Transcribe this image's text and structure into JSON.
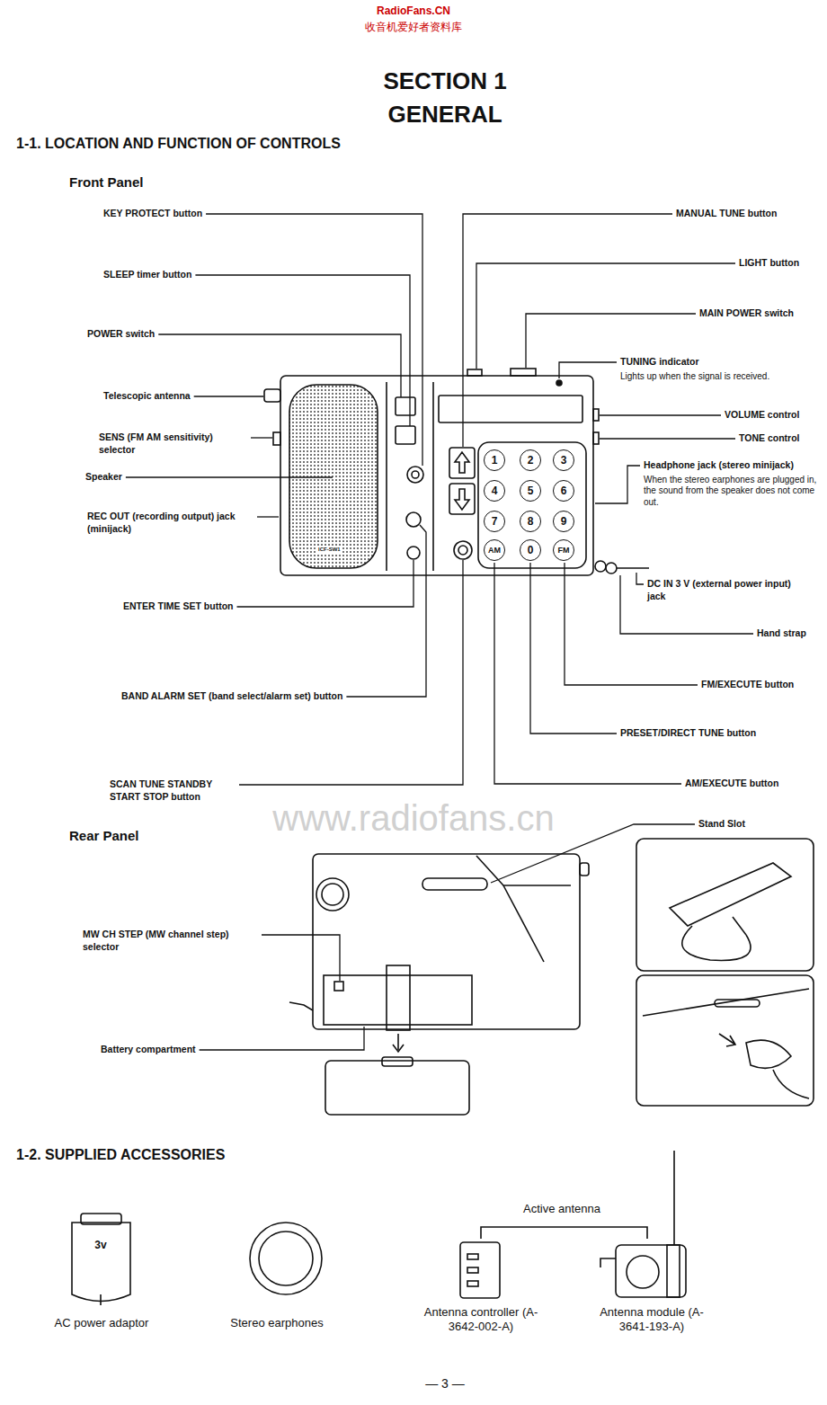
{
  "diagram": {
    "title": "SECTION 1 GENERAL",
    "nodes": [
      {
        "text": [
          "1"
        ]
      },
      {
        "text": [
          "2"
        ]
      },
      {
        "text": [
          "3"
        ]
      },
      {
        "text": [
          "4"
        ]
      },
      {
        "text": [
          "5"
        ]
      },
      {
        "text": [
          "6"
        ]
      },
      {
        "text": [
          "7"
        ]
      },
      {
        "text": [
          "8"
        ]
      },
      {
        "text": [
          "9"
        ]
      },
      {
        "text": [
          "AM"
        ]
      },
      {
        "text": [
          "0"
        ]
      },
      {
        "text": [
          "FM"
        ]
      }
    ],
    "labels": [
      "RadioFans.CN",
      "收音机爱好者资料库",
      "1-1. LOCATION AND FUNCTION OF CONTROLS",
      "Front Panel",
      "KEY PROTECT button",
      "SLEEP timer button",
      "POWER switch",
      "Telescopic antenna",
      "SENS (FM AM sensitivity) selector",
      "Speaker",
      "REC OUT (recording output) jack (minijack)",
      "ENTER TIME SET button",
      "BAND ALARM SET (band select/alarm set) button",
      "SCAN TUNE STANDBY START STOP button",
      "MANUAL TUNE button",
      "LIGHT button",
      "MAIN POWER switch",
      "TUNING indicator",
      "Lights up when the signal is received.",
      "VOLUME control",
      "TONE control",
      "Headphone jack (stereo minijack)",
      "When the stereo earphones are plugged in, the sound from the speaker does not come out.",
      "DC IN 3 V (external power input) jack",
      "Hand strap",
      "FM/EXECUTE button",
      "PRESET/DIRECT TUNE button",
      "AM/EXECUTE button",
      "www.radiofans.cn",
      "Rear Panel",
      "Stand Slot",
      "MW CH STEP (MW channel step) selector",
      "Battery compartment",
      "1-2. SUPPLIED ACCESSORIES",
      "AC power adaptor",
      "Stereo earphones",
      "Active antenna",
      "Antenna controller (A-3642-002-A)",
      "Antenna module (A-3641-193-A)",
      "— 3 —",
      "ICF-SW1",
      "3v"
    ]
  }
}
